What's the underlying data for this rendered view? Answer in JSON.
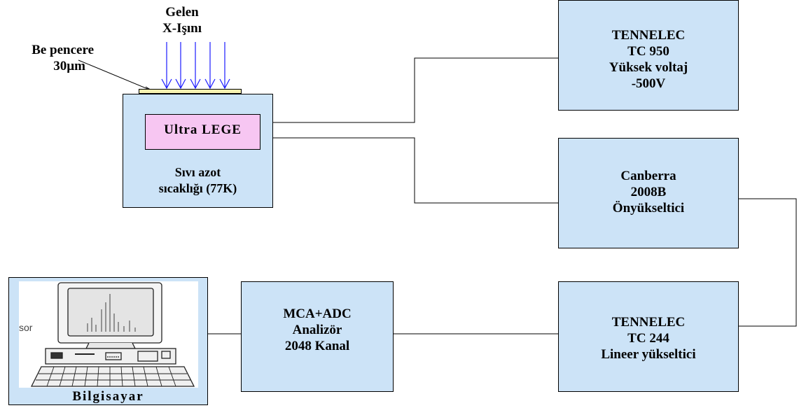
{
  "title": "",
  "labels": {
    "incoming_line1": "Gelen",
    "incoming_line2": "X-Işını",
    "window_line1": "Be pencere",
    "window_line2": "30µm",
    "detector": "Ultra LEGE",
    "cryostat_line1": "Sıvı azot",
    "cryostat_line2": "sıcaklığı (77K)",
    "hv_line1": "TENNELEC",
    "hv_line2": "TC 950",
    "hv_line3": "Yüksek voltaj",
    "hv_line4": "-500V",
    "preamp_line1": "Canberra",
    "preamp_line2": "2008B",
    "preamp_line3": "Önyükseltici",
    "amp_line1": "TENNELEC",
    "amp_line2": "TC 244",
    "amp_line3": "Lineer yükseltici",
    "mca_line1": "MCA+ADC",
    "mca_line2": "Analizör",
    "mca_line3": "2048 Kanal",
    "computer": "Bilgisayar",
    "computer_sticker": "sor"
  },
  "colors": {
    "box_fill": "#cce3f7",
    "detector_fill": "#f7c6f2",
    "window_fill": "#f7f2b0",
    "xray_arrows": "#1a1aff"
  },
  "icons": [
    "computer-icon",
    "arrow-down-icon"
  ]
}
